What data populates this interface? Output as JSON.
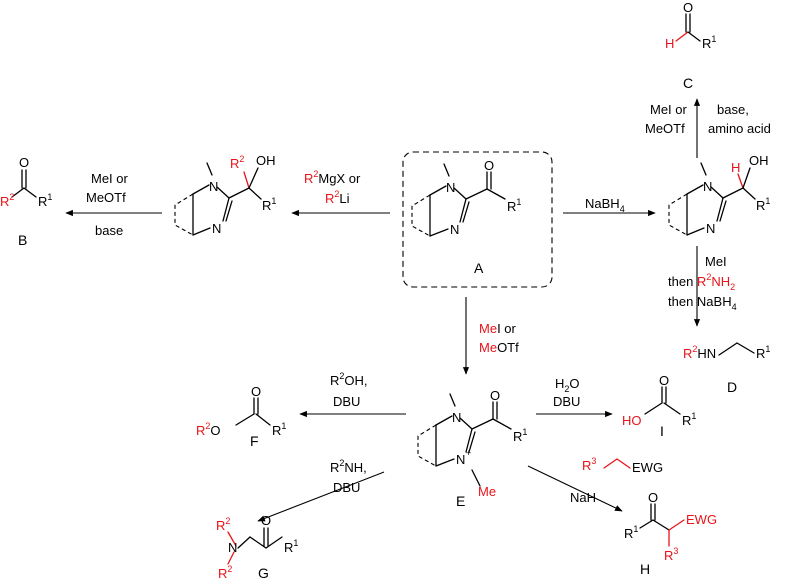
{
  "colors": {
    "reagent_highlight": "#e8141a",
    "ink": "#000000"
  },
  "compounds": {
    "A": "A",
    "B": "B",
    "C": "C",
    "D": "D",
    "E": "E",
    "F": "F",
    "G": "G",
    "H": "H",
    "I": "I"
  },
  "atoms": {
    "N": "N",
    "O": "O",
    "H": "H",
    "OH": "OH",
    "HO": "HO",
    "R": "R",
    "one": "1",
    "two": "2",
    "three": "3",
    "plus": "+",
    "Me": "Me",
    "HN": "HN",
    "EWG": "EWG"
  },
  "conditions": {
    "to_B": {
      "line1": "MeI or",
      "line2": "MeOTf",
      "line3": "base"
    },
    "to_B_alcohol": {
      "line1_a": "MgX or",
      "line2_b": "Li"
    },
    "to_C_alcohol": {
      "reagent": "NaBH",
      "sub": "4"
    },
    "to_C": {
      "line1": "MeI or",
      "line2": "MeOTf",
      "line3": "base,",
      "line4": "amino acid"
    },
    "to_D": {
      "line1": "MeI",
      "line2_a": "then ",
      "line2_b": "NH",
      "line2_sub": "2",
      "line3": "then NaBH",
      "line3_sub": "4"
    },
    "to_E": {
      "line1_a": "Me",
      "line1_b": "I or",
      "line2_a": "Me",
      "line2_b": "OTf"
    },
    "to_F": {
      "line1": "OH,",
      "line2": "DBU"
    },
    "to_I": {
      "line1_a": "H",
      "line1_sub": "2",
      "line1_b": "O",
      "line2": "DBU"
    },
    "to_G": {
      "line1": "NH,",
      "line2": "DBU"
    },
    "to_H": {
      "reagent": "NaH"
    }
  }
}
